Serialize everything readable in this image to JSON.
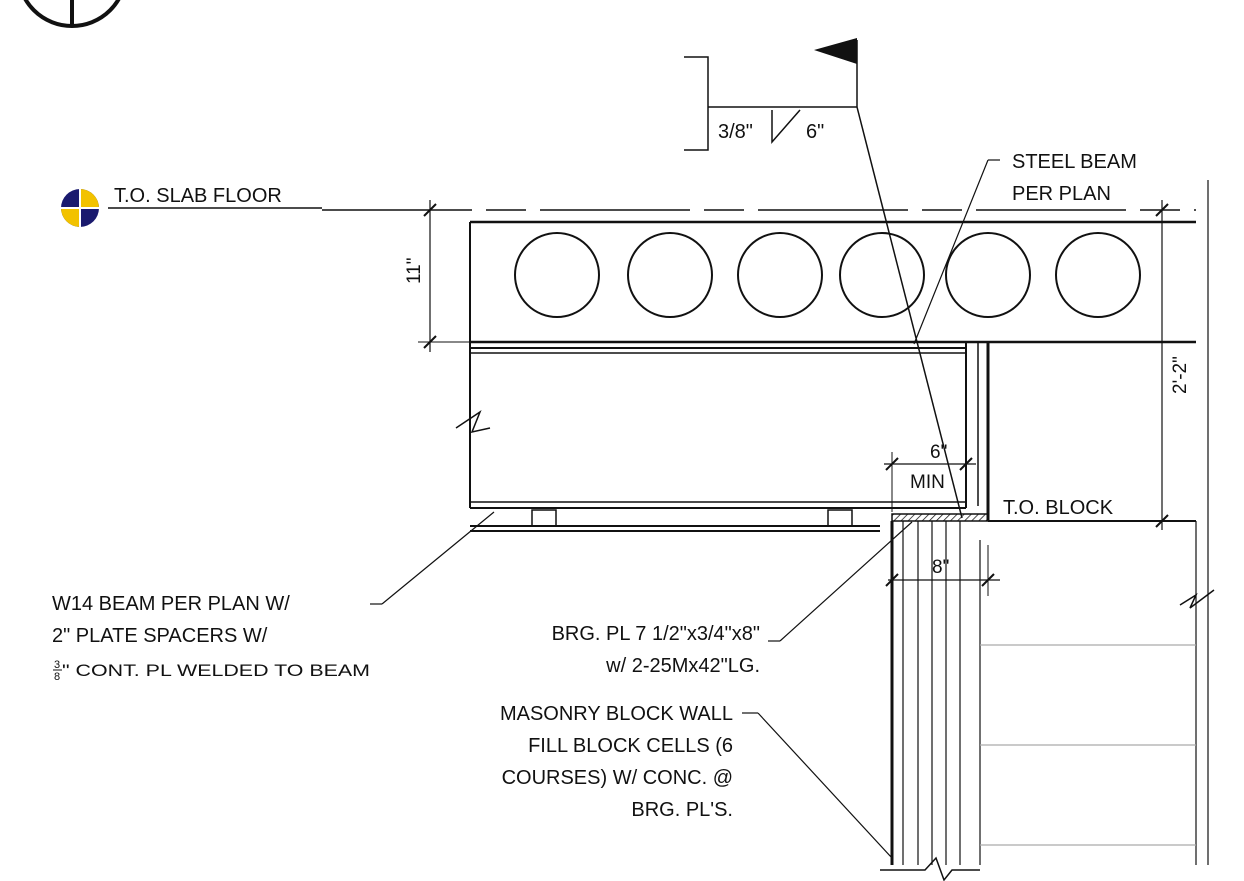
{
  "colors": {
    "ink": "#111111",
    "marker_yellow": "#f2c200",
    "marker_navy": "#1a1a6e"
  },
  "labels": {
    "slab_level": "T.O. SLAB FLOOR",
    "block_level": "T.O. BLOCK",
    "steel_beam_line1": "STEEL BEAM",
    "steel_beam_line2": "PER PLAN",
    "weld_size": "3/8\"",
    "weld_length": "6\"",
    "w14_line1": "W14 BEAM PER PLAN W/",
    "w14_line2": "2\" PLATE SPACERS W/",
    "w14_line3_frac_num": "3",
    "w14_line3_frac_den": "8",
    "w14_line3_rest": "\" CONT. PL WELDED TO BEAM",
    "brg_line1": "BRG. PL 7 1/2\"x3/4\"x8\"",
    "brg_line2": "w/ 2-25Mx42\"LG.",
    "masonry_line1": "MASONRY BLOCK WALL",
    "masonry_line2": "FILL BLOCK CELLS (6",
    "masonry_line3": "COURSES) W/ CONC. @",
    "masonry_line4": "BRG. PL'S."
  },
  "dimensions": {
    "slab_thickness": "11\"",
    "total_depth": "2'-2\"",
    "bearing_min": "6\"",
    "bearing_min_note": "MIN",
    "plate_width": "8\""
  },
  "icons": {
    "level_marker": "level-marker-icon",
    "weld_flag": "field-weld-flag-icon",
    "section_marker": "section-marker-icon"
  }
}
